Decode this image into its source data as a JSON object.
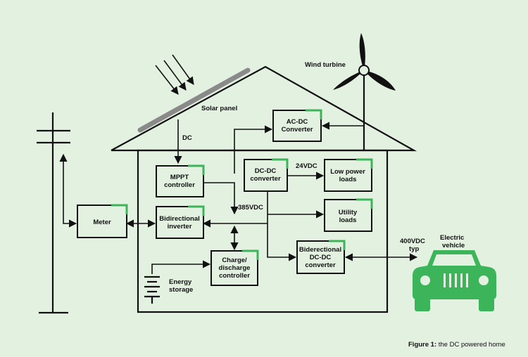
{
  "colors": {
    "accent": "#3cb55a",
    "background": "#e3f1e1",
    "ink": "#111111",
    "panel": "#8a8a8a"
  },
  "labels": {
    "wind_turbine": "Wind turbine",
    "solar_panel": "Solar panel",
    "dc": "DC",
    "v24": "24VDC",
    "v385": "385VDC",
    "v400_line1": "400VDC",
    "v400_line2": "typ",
    "electric_vehicle_line1": "Electric",
    "electric_vehicle_line2": "vehicle",
    "energy_storage_line1": "Energy",
    "energy_storage_line2": "storage"
  },
  "boxes": {
    "acdc": {
      "line1": "AC-DC",
      "line2": "Converter"
    },
    "mppt": {
      "line1": "MPPT",
      "line2": "controller"
    },
    "dcdc": {
      "line1": "DC-DC",
      "line2": "converter"
    },
    "low_power": {
      "line1": "Low power",
      "line2": "loads"
    },
    "utility": {
      "line1": "Utility",
      "line2": "loads"
    },
    "meter": {
      "line1": "Meter"
    },
    "bidir_inverter": {
      "line1": "Bidirectional",
      "line2": "inverter"
    },
    "charge": {
      "line1": "Charge/",
      "line2": "discharge",
      "line3": "controller"
    },
    "bidir_dcdc": {
      "line1": "Biderectional",
      "line2": "DC-DC",
      "line3": "converter"
    }
  },
  "caption": {
    "bold": "Figure 1:",
    "rest": " the DC powered home"
  }
}
